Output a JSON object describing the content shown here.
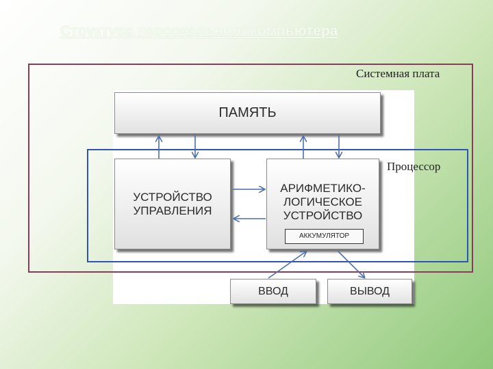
{
  "title": "Структура персонального компьютера",
  "containers": {
    "motherboard_label": "Системная плата",
    "processor_label": "Процессор"
  },
  "blocks": {
    "memory": "ПАМЯТЬ",
    "control_unit": "УСТРОЙСТВО УПРАВЛЕНИЯ",
    "alu": "АРИФМЕТИКО-ЛОГИЧЕСКОЕ УСТРОЙСТВО",
    "accumulator": "АККУМУЛЯТОР",
    "input": "ВВОД",
    "output": "ВЫВОД"
  },
  "colors": {
    "motherboard_border": "#8b3a5a",
    "processor_border": "#2f52b8",
    "arrow": "#4a6fae"
  }
}
